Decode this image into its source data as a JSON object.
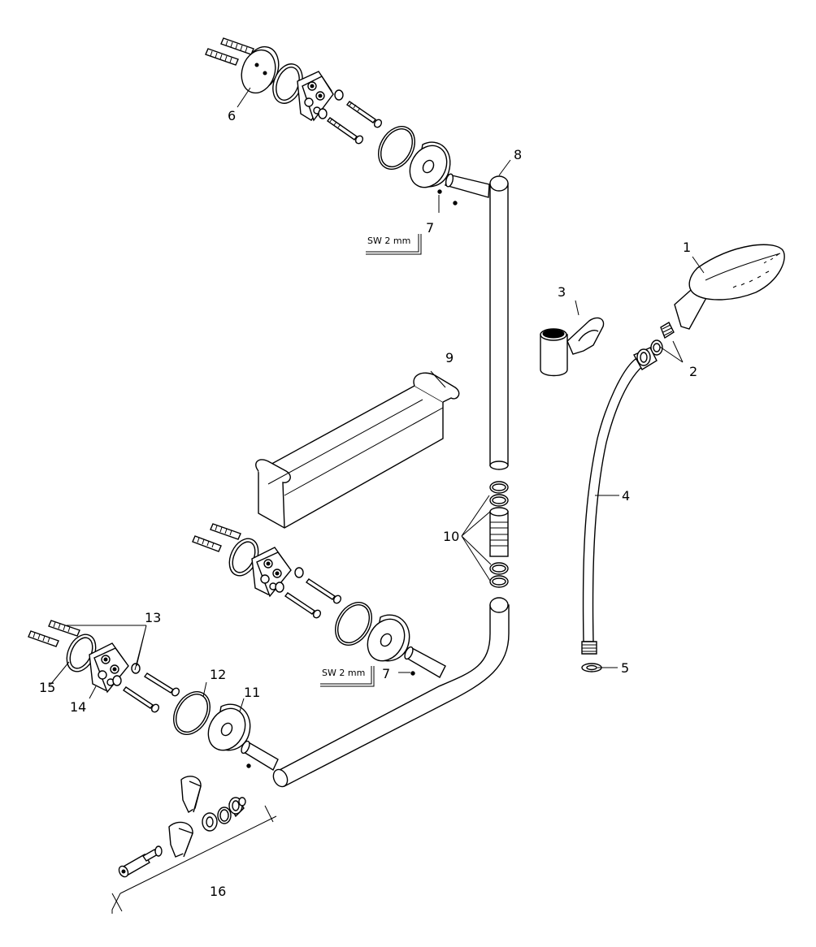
{
  "labels": {
    "p1": "1",
    "p2": "2",
    "p3": "3",
    "p4": "4",
    "p5": "5",
    "p6": "6",
    "p7_top": "7",
    "p7_bottom": "7",
    "p8": "8",
    "p9": "9",
    "p10": "10",
    "p11": "11",
    "p12": "12",
    "p13": "13",
    "p14": "14",
    "p15": "15",
    "p16": "16"
  },
  "tool_labels": {
    "top": "SW 2 mm",
    "bottom": "SW 2 mm"
  }
}
